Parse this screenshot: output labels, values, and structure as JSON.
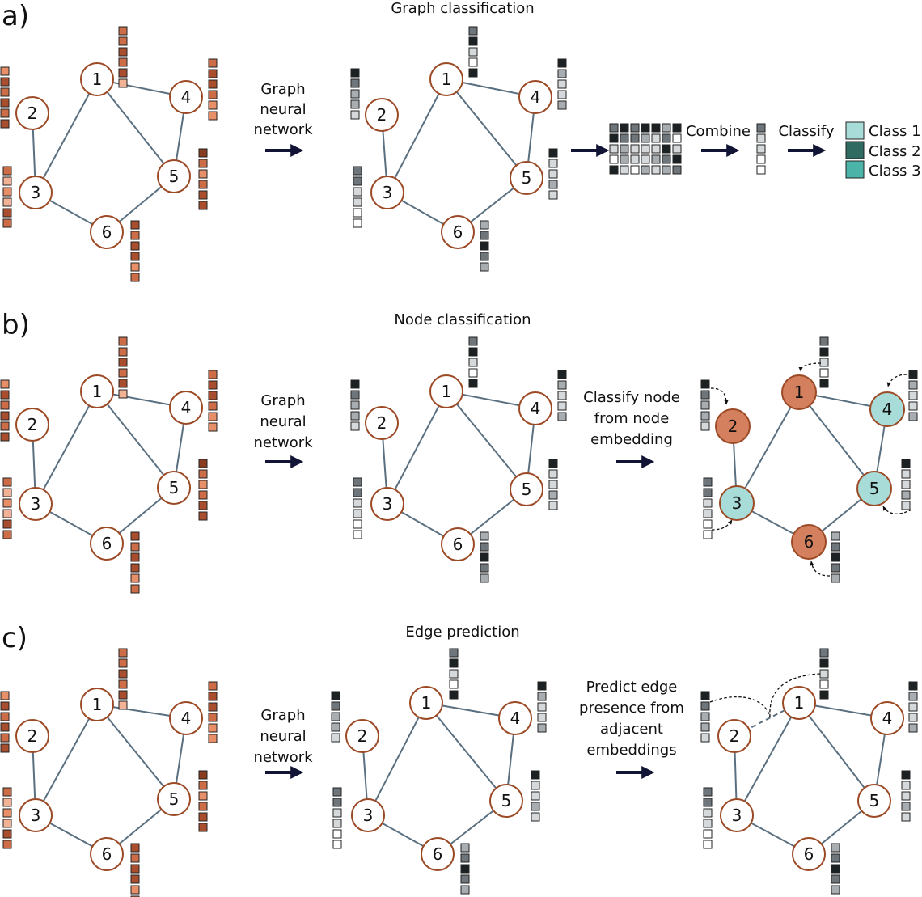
{
  "panels": [
    {
      "letter": "a)",
      "title": "Graph classification",
      "gnn_label": [
        "Graph",
        "neural",
        "network"
      ],
      "combine_label": "Combine",
      "classify_label": "Classify",
      "legend": [
        {
          "label": "Class 1",
          "color": "#a8dcd8"
        },
        {
          "label": "Class 2",
          "color": "#2f6b60"
        },
        {
          "label": "Class 3",
          "color": "#4bb3a8"
        }
      ]
    },
    {
      "letter": "b)",
      "title": "Node classification",
      "gnn_label": [
        "Graph",
        "neural",
        "network"
      ],
      "step_label": [
        "Classify node",
        "from node",
        "embedding"
      ],
      "node_classes": {
        "1": "#d4805e",
        "2": "#d4805e",
        "3": "#a8dcd8",
        "4": "#a8dcd8",
        "5": "#a8dcd8",
        "6": "#d4805e"
      }
    },
    {
      "letter": "c)",
      "title": "Edge prediction",
      "gnn_label": [
        "Graph",
        "neural",
        "network"
      ],
      "step_label": [
        "Predict edge",
        "presence from",
        "adjacent",
        "embeddings"
      ]
    }
  ],
  "graph": {
    "nodes": [
      "1",
      "2",
      "3",
      "4",
      "5",
      "6"
    ],
    "edges": [
      [
        "1",
        "3"
      ],
      [
        "1",
        "4"
      ],
      [
        "1",
        "5"
      ],
      [
        "2",
        "3"
      ],
      [
        "3",
        "6"
      ],
      [
        "6",
        "5"
      ],
      [
        "4",
        "5"
      ]
    ],
    "predicted_edge": [
      "1",
      "2"
    ]
  },
  "colors": {
    "node_stroke": "#9c4a26",
    "edge": "#5a7080",
    "arrow": "#121435",
    "input_palette": [
      "#f2b296",
      "#e68f68",
      "#cc6d48",
      "#a84e2f",
      "#8a3c20"
    ],
    "embedding_palette": [
      "#ffffff",
      "#d6d9db",
      "#a7adb1",
      "#6f767b",
      "#454b4f",
      "#1c2124"
    ]
  },
  "features": {
    "input": {
      "1": [
        2,
        2,
        3,
        2,
        3,
        0
      ],
      "2": [
        1,
        3,
        2,
        3,
        2,
        3
      ],
      "3": [
        2,
        0,
        1,
        0,
        3,
        2
      ],
      "4": [
        2,
        3,
        3,
        2,
        1,
        1
      ],
      "5": [
        4,
        2,
        1,
        2,
        3,
        3
      ],
      "6": [
        3,
        2,
        3,
        3,
        1,
        2
      ]
    },
    "embedding": {
      "1": [
        3,
        5,
        1,
        0,
        5
      ],
      "2": [
        5,
        3,
        2,
        2,
        1
      ],
      "3": [
        3,
        3,
        1,
        1,
        0,
        0
      ],
      "4": [
        5,
        2,
        1,
        1,
        2
      ],
      "5": [
        5,
        1,
        1,
        2,
        1
      ],
      "6": [
        2,
        3,
        5,
        3,
        2
      ]
    },
    "combined": [
      3,
      1,
      1,
      0,
      0
    ]
  }
}
